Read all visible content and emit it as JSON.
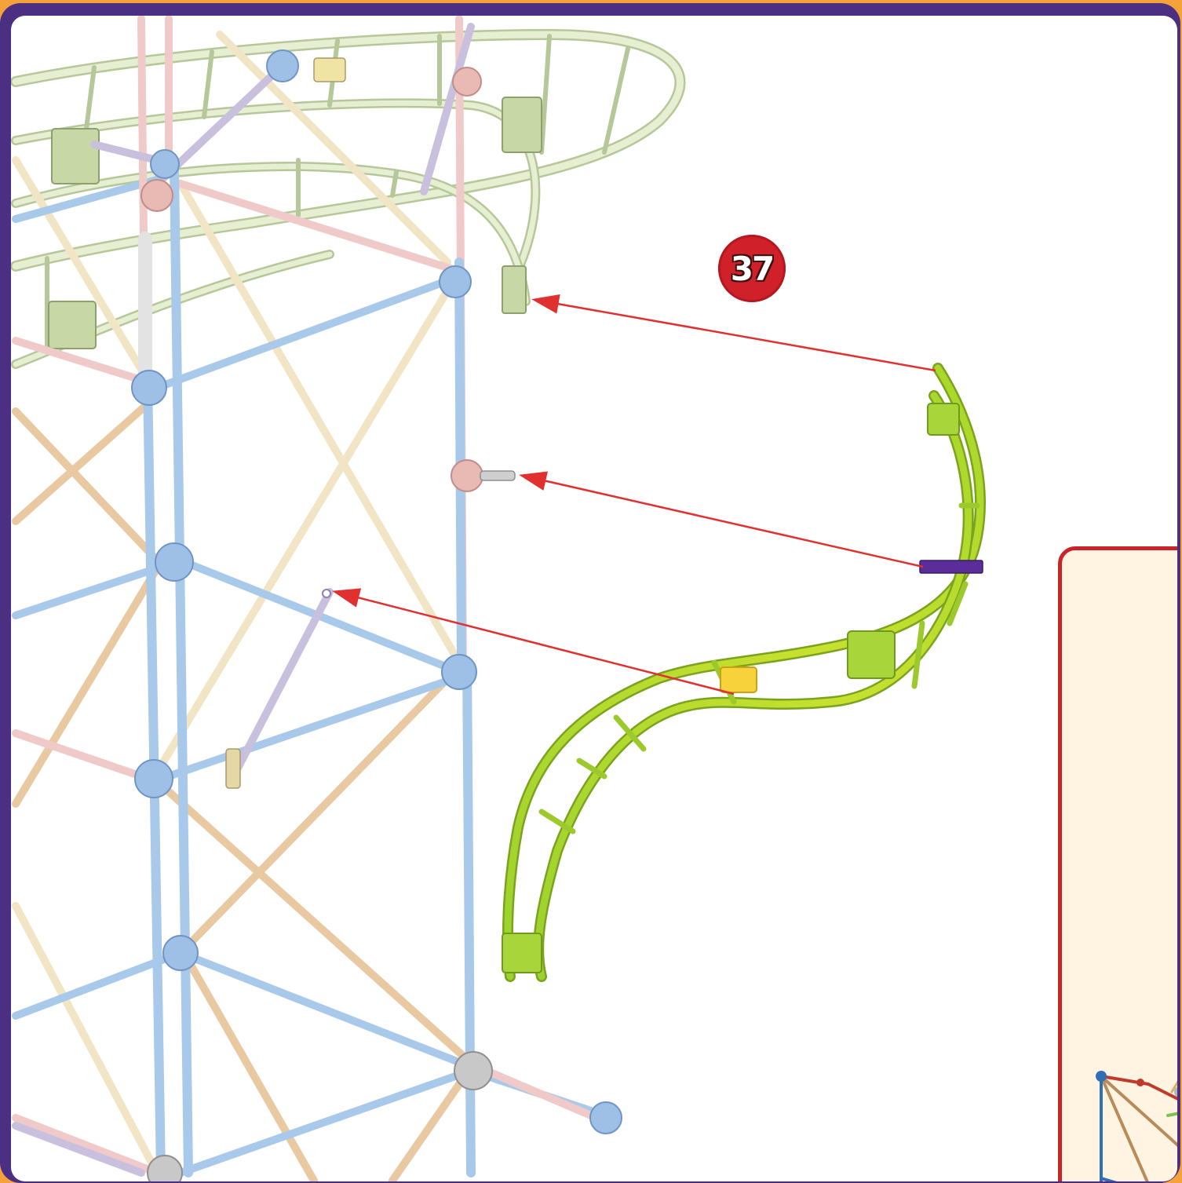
{
  "step": {
    "number": "37",
    "badge_color": "#d0212a"
  },
  "colors": {
    "frame_border": "#4a2f83",
    "page_background": "#f4a23a",
    "rod_blue": "#a9c9ea",
    "rod_tan": "#e8c9a2",
    "rod_cream": "#f1e5c6",
    "rod_pink": "#f0c9c9",
    "rod_purple": "#c9c0de",
    "track_pale": "#dde8c4",
    "track_new": "#b7d832",
    "pointer_arrow": "#e03030",
    "tip_box_border": "#cc2229",
    "tip_box_fill": "#fff4e1"
  },
  "diagram": {
    "description_parts": [
      "tower-frame",
      "upper-track-loop",
      "new-curved-track-piece",
      "assembly-arrows",
      "tip-panel-thumbnail"
    ],
    "assembly_arrow_count": 3
  }
}
